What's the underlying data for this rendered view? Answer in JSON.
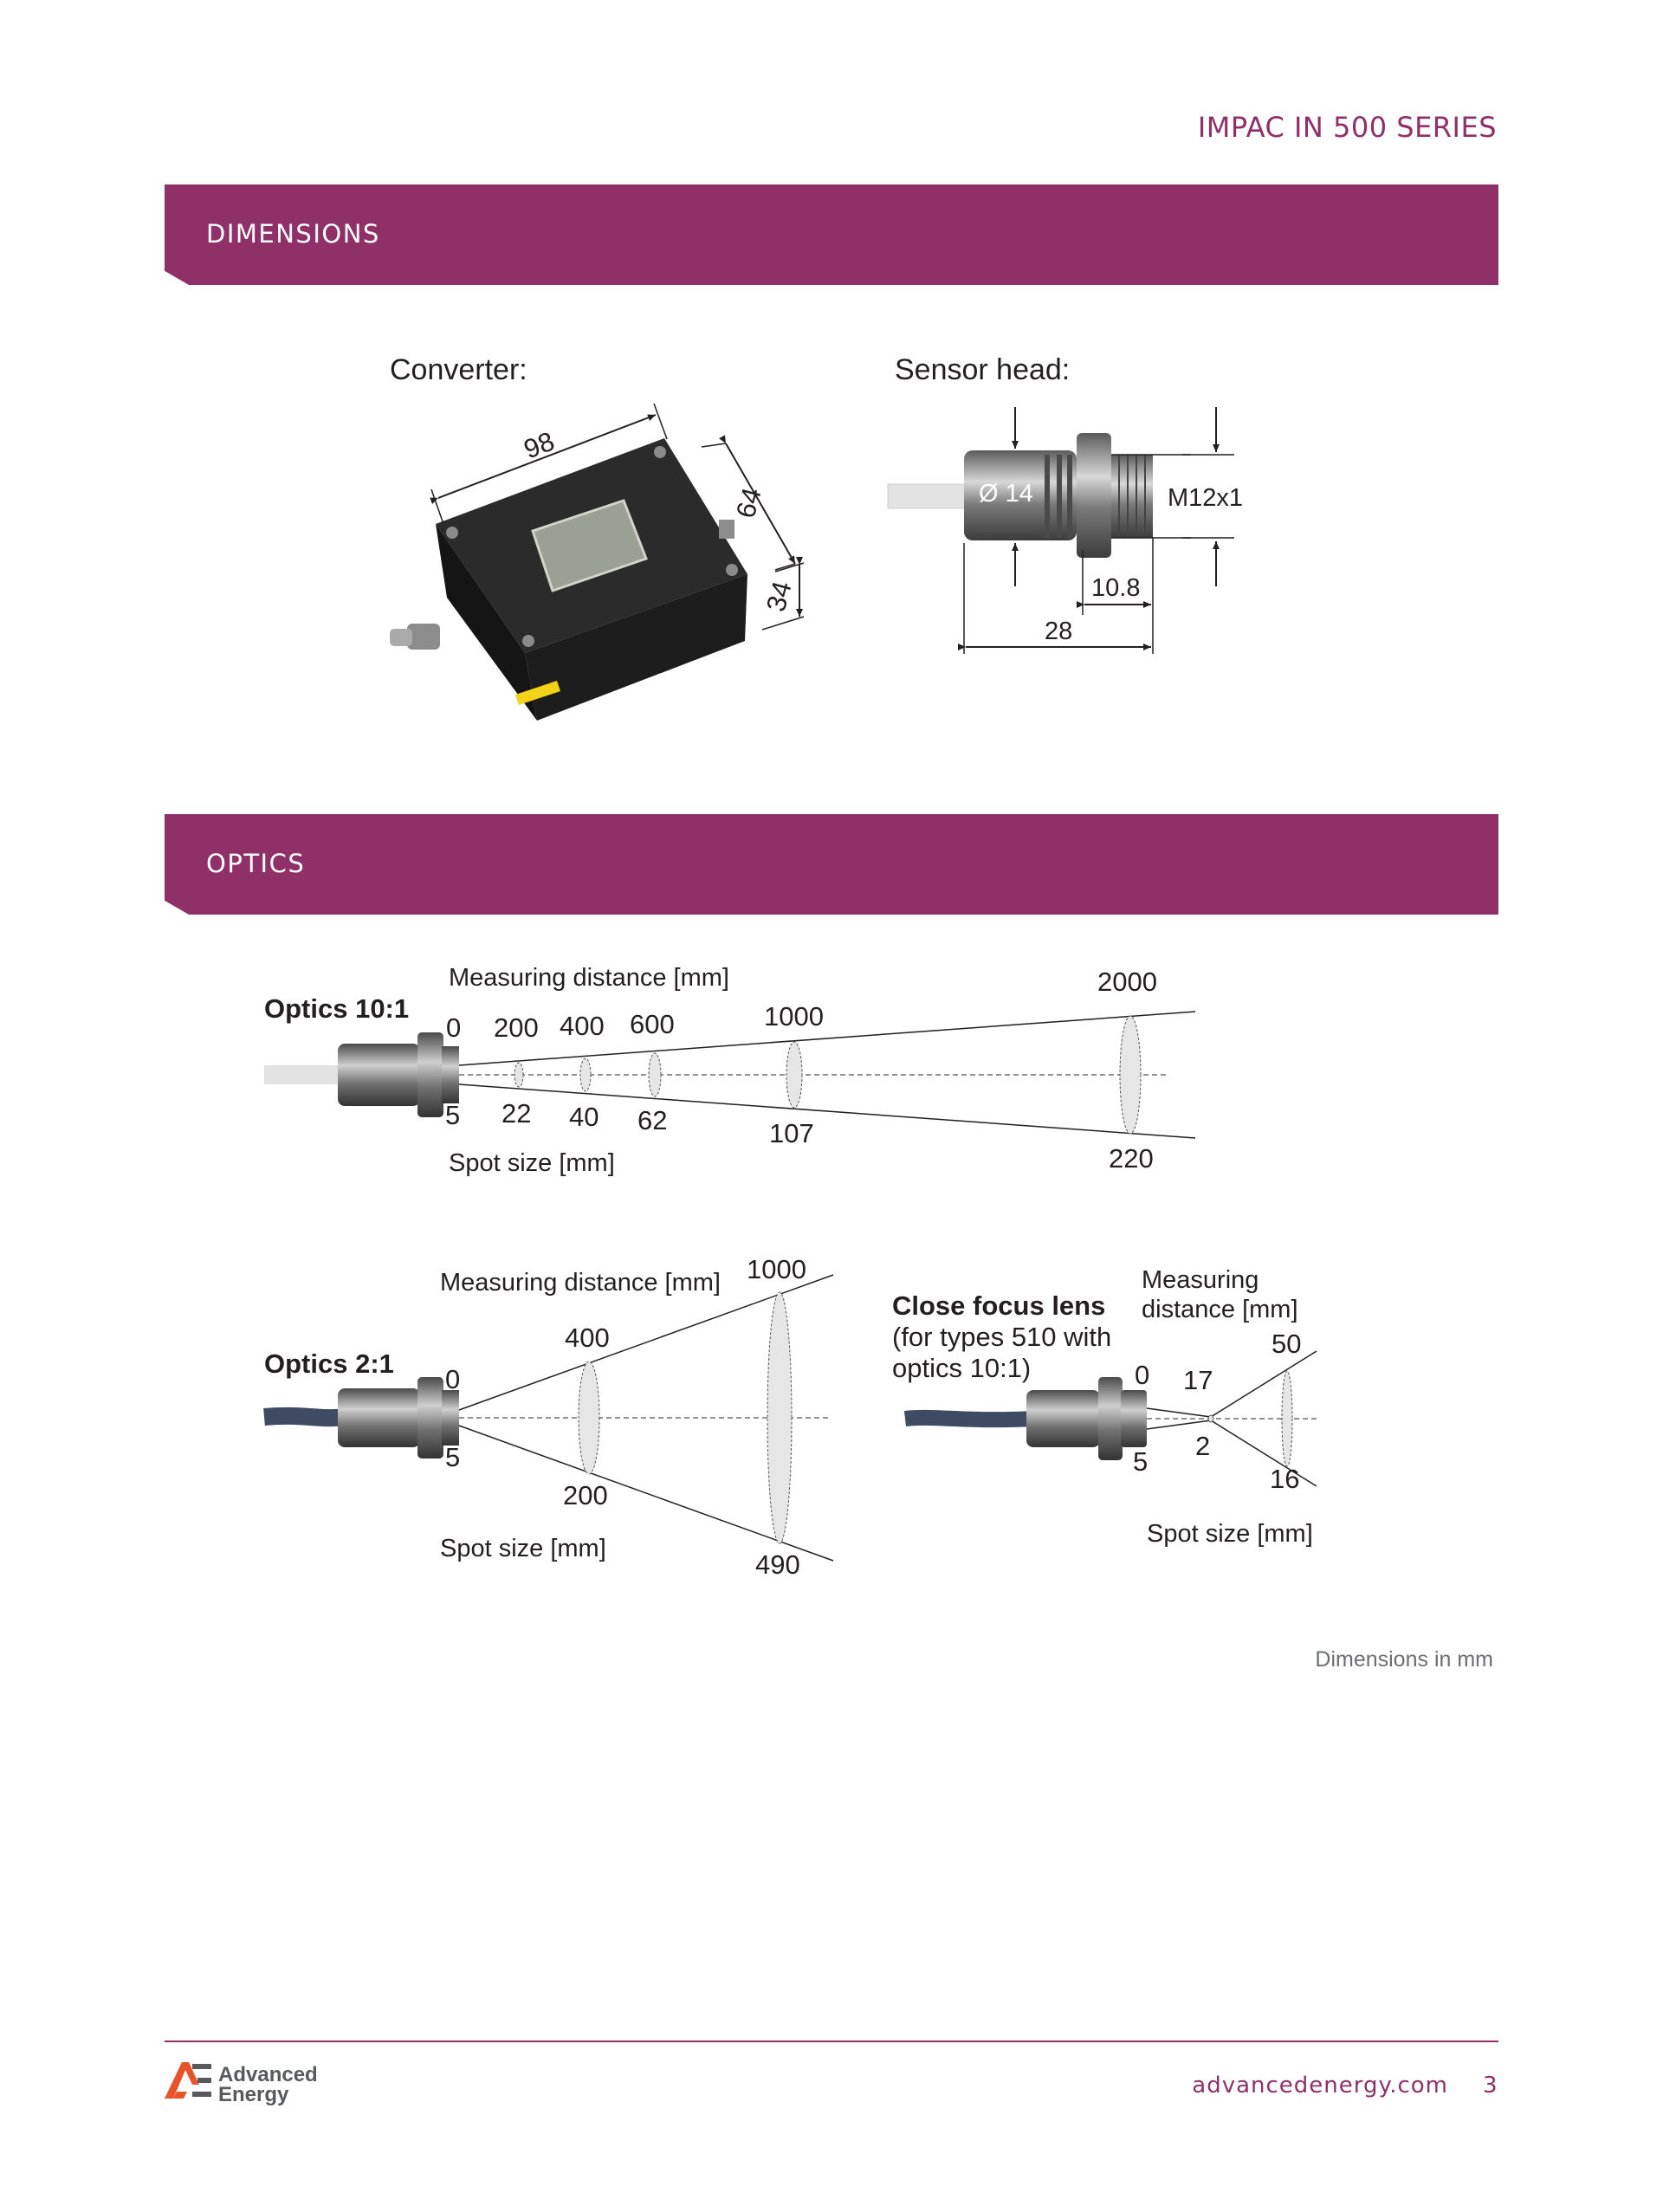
{
  "header": {
    "series": "IMPAC IN 500 SERIES"
  },
  "sections": {
    "dimensions": "DIMENSIONS",
    "optics": "OPTICS"
  },
  "dimensions": {
    "converter_label": "Converter:",
    "sensor_label": "Sensor head:",
    "converter": {
      "width": "98",
      "depth": "64",
      "height": "34"
    },
    "sensor": {
      "diameter": "Ø 14",
      "thread": "M12x1",
      "thread_length": "10.8",
      "length": "28"
    }
  },
  "optics_10_1": {
    "title": "Optics 10:1",
    "distance_label": "Measuring distance [mm]",
    "spot_label": "Spot size [mm]",
    "distances": [
      "0",
      "200",
      "400",
      "600",
      "1000",
      "2000"
    ],
    "spots": [
      "5",
      "22",
      "40",
      "62",
      "107",
      "220"
    ]
  },
  "optics_2_1": {
    "title": "Optics 2:1",
    "distance_label": "Measuring distance [mm]",
    "spot_label": "Spot size [mm]",
    "distances": [
      "0",
      "400",
      "1000"
    ],
    "spots": [
      "5",
      "200",
      "490"
    ]
  },
  "close_focus": {
    "title": "Close focus lens",
    "subtitle_line1": "(for types 510 with",
    "subtitle_line2": "optics 10:1)",
    "distance_label_line1": "Measuring",
    "distance_label_line2": "distance [mm]",
    "spot_label": "Spot size [mm]",
    "distances": [
      "0",
      "17",
      "50"
    ],
    "spots": [
      "5",
      "2",
      "16"
    ]
  },
  "note": "Dimensions in mm",
  "footer": {
    "logo_line1": "Advanced",
    "logo_line2": "Energy",
    "url": "advancedenergy.com",
    "page": "3"
  },
  "colors": {
    "brand": "#8f3068",
    "logo_orange": "#e8542a",
    "text": "#231f20"
  }
}
